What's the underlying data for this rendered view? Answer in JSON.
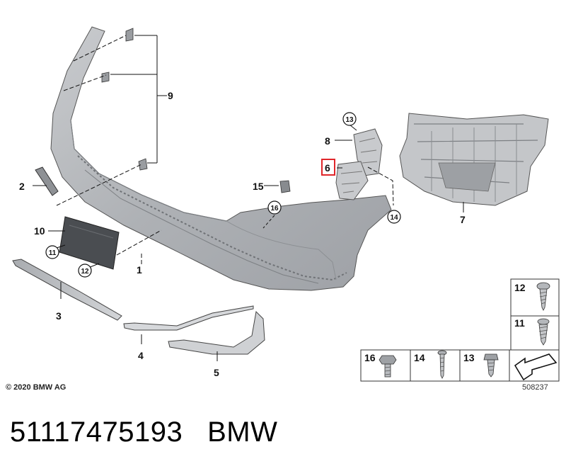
{
  "diagram": {
    "parts": [
      {
        "id": "p1",
        "num": "1"
      },
      {
        "id": "p2",
        "num": "2"
      },
      {
        "id": "p3",
        "num": "3"
      },
      {
        "id": "p4",
        "num": "4"
      },
      {
        "id": "p5",
        "num": "5"
      },
      {
        "id": "p6",
        "num": "6"
      },
      {
        "id": "p7",
        "num": "7"
      },
      {
        "id": "p8",
        "num": "8"
      },
      {
        "id": "p9",
        "num": "9"
      },
      {
        "id": "p10",
        "num": "10"
      },
      {
        "id": "p15",
        "num": "15"
      }
    ],
    "callouts": [
      {
        "id": "c11a",
        "num": "11"
      },
      {
        "id": "c12",
        "num": "12"
      },
      {
        "id": "c16",
        "num": "16"
      },
      {
        "id": "c13",
        "num": "13"
      },
      {
        "id": "c14",
        "num": "14"
      }
    ],
    "highlighted_part": "6"
  },
  "fastener_legend": {
    "cells": [
      {
        "id": "f12",
        "num": "12"
      },
      {
        "id": "f11",
        "num": "11"
      },
      {
        "id": "f16",
        "num": "16"
      },
      {
        "id": "f14",
        "num": "14"
      },
      {
        "id": "f13",
        "num": "13"
      }
    ]
  },
  "copyright": "© 2020 BMW AG",
  "diagram_ref": "508237",
  "part_number": "51117475193",
  "brand": "BMW",
  "colors": {
    "part_fill": "#b9bcc0",
    "highlight": "#e0262a",
    "line": "#111111"
  }
}
